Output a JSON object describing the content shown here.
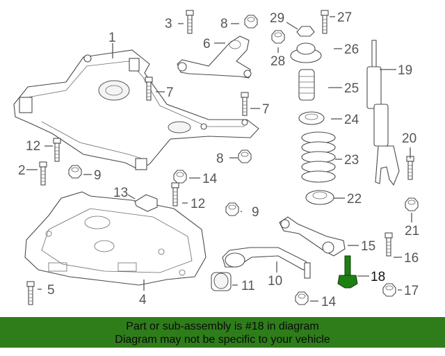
{
  "diagram": {
    "highlight_color": "#1e7f12",
    "banner_color": "#2e7d1a",
    "callouts": [
      {
        "label": "1"
      },
      {
        "label": "2"
      },
      {
        "label": "3"
      },
      {
        "label": "4"
      },
      {
        "label": "5"
      },
      {
        "label": "6"
      },
      {
        "label": "7"
      },
      {
        "label": "7"
      },
      {
        "label": "8"
      },
      {
        "label": "8"
      },
      {
        "label": "9"
      },
      {
        "label": "9"
      },
      {
        "label": "10"
      },
      {
        "label": "11"
      },
      {
        "label": "12"
      },
      {
        "label": "12"
      },
      {
        "label": "13"
      },
      {
        "label": "14"
      },
      {
        "label": "14"
      },
      {
        "label": "15"
      },
      {
        "label": "16"
      },
      {
        "label": "17"
      },
      {
        "label": "18"
      },
      {
        "label": "19"
      },
      {
        "label": "20"
      },
      {
        "label": "21"
      },
      {
        "label": "22"
      },
      {
        "label": "23"
      },
      {
        "label": "24"
      },
      {
        "label": "25"
      },
      {
        "label": "26"
      },
      {
        "label": "27"
      },
      {
        "label": "28"
      },
      {
        "label": "29"
      }
    ]
  },
  "banner": {
    "line1": "Part or sub-assembly is #18 in diagram",
    "line2": "Diagram may not be specific to your vehicle"
  }
}
